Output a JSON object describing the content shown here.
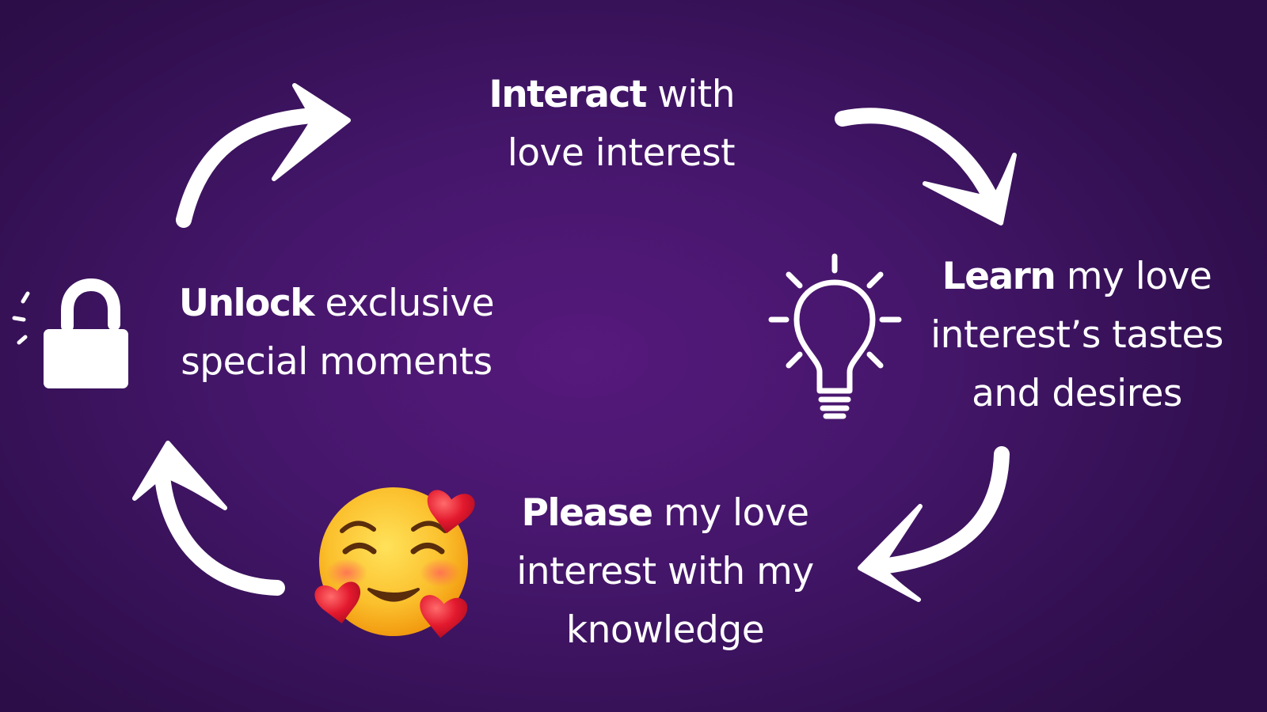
{
  "cycle": {
    "steps": [
      {
        "bold": "Interact",
        "rest": "with",
        "line2": "love interest",
        "line3": ""
      },
      {
        "bold": "Learn",
        "rest": "my love",
        "line2": "interest’s tastes",
        "line3": "and desires"
      },
      {
        "bold": "Please",
        "rest": "my love",
        "line2": "interest with my",
        "line3": "knowledge"
      },
      {
        "bold": "Unlock",
        "rest": "exclusive",
        "line2": "special moments",
        "line3": ""
      }
    ],
    "icons": {
      "step1": "lightbulb-icon",
      "step2": "smiling-face-with-hearts-icon",
      "step3": "unlocked-padlock-icon",
      "connectors": "curved-arrow-icon"
    },
    "colors": {
      "background": "#44166a",
      "text": "#ffffff",
      "emoji_face": "#f9b21f",
      "heart": "#e2162c"
    }
  }
}
